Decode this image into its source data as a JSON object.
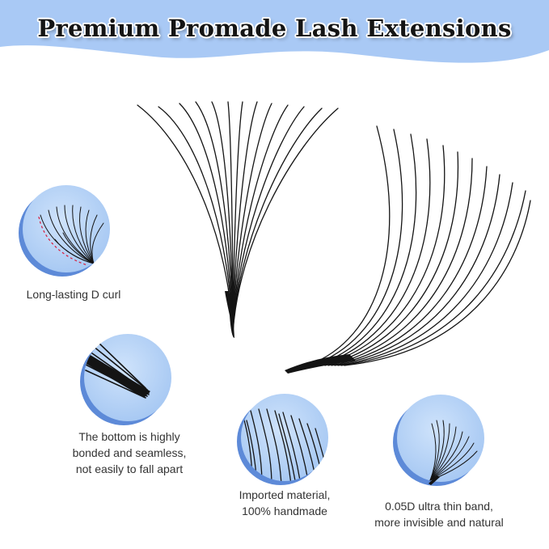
{
  "title": "Premium Promade Lash Extensions",
  "colors": {
    "banner": "#a9c9f5",
    "circle_fill": "#b5d3f6",
    "circle_edge": "#5d8ad8",
    "lash": "#141414",
    "curl_guide": "#d81b3c"
  },
  "features": [
    {
      "icon": "d-curl-lash-icon",
      "lines": [
        "Long-lasting D curl"
      ]
    },
    {
      "icon": "bonded-base-lash-icon",
      "lines": [
        "The bottom is highly",
        "bonded and seamless,",
        "not easily to fall apart"
      ]
    },
    {
      "icon": "handmade-lash-icon",
      "lines": [
        "Imported material,",
        "100% handmade"
      ]
    },
    {
      "icon": "thin-band-lash-icon",
      "lines": [
        "0.05D ultra thin band,",
        "more invisible and natural"
      ]
    }
  ]
}
